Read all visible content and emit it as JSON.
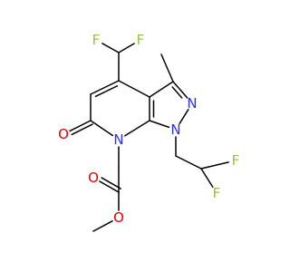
{
  "molecule": {
    "name": "",
    "atoms": [
      {
        "id": "F1",
        "element": "F",
        "label": "F",
        "color": "#90c83a"
      },
      {
        "id": "F2",
        "element": "F",
        "label": "F",
        "color": "#90c83a"
      },
      {
        "id": "F3",
        "element": "F",
        "label": "F",
        "color": "#90c83a"
      },
      {
        "id": "F4",
        "element": "F",
        "label": "F",
        "color": "#90c83a"
      },
      {
        "id": "N1",
        "element": "N",
        "label": "N",
        "color": "#2b33e0"
      },
      {
        "id": "N2",
        "element": "N",
        "label": "N",
        "color": "#2b33e0"
      },
      {
        "id": "N3",
        "element": "N",
        "label": "N",
        "color": "#2b33e0"
      },
      {
        "id": "O1",
        "element": "O",
        "label": "O",
        "color": "#e00000"
      },
      {
        "id": "O2",
        "element": "O",
        "label": "O",
        "color": "#e00000"
      },
      {
        "id": "O3",
        "element": "O",
        "label": "O",
        "color": "#e00000"
      }
    ],
    "bond_color": "#000000"
  }
}
